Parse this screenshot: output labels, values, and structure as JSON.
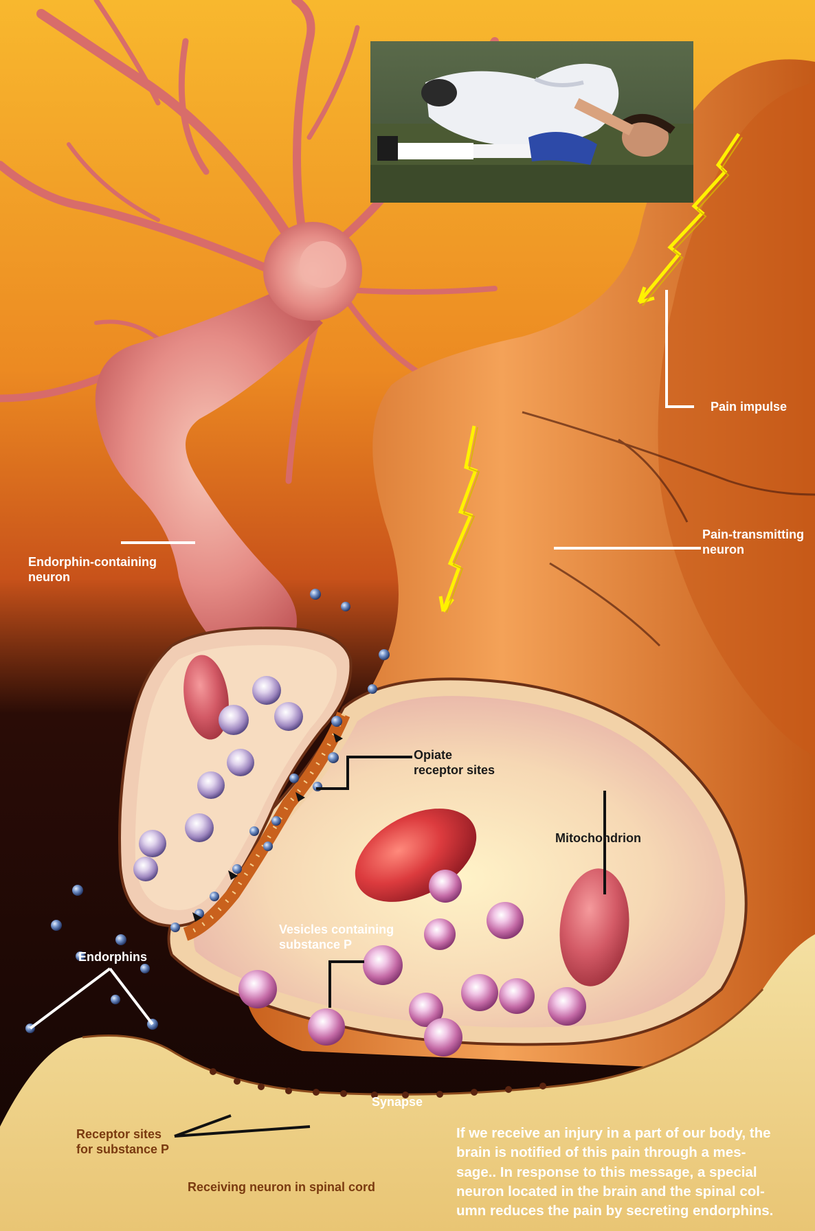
{
  "labels": {
    "pain_impulse": "Pain impulse",
    "pain_transmitting_line1": "Pain-transmitting",
    "pain_transmitting_line2": "neuron",
    "endorphin_containing_line1": "Endorphin-containing",
    "endorphin_containing_line2": "neuron",
    "opiate_line1": "Opiate",
    "opiate_line2": "receptor sites",
    "mitochondrion": "Mitochondrion",
    "vesicles_line1": "Vesicles containing",
    "vesicles_line2": "substance P",
    "endorphins": "Endorphins",
    "synapse": "Synapse",
    "receptor_sites_line1": "Receptor sites",
    "receptor_sites_line2": "for substance P",
    "receiving_neuron": "Receiving neuron in spinal cord"
  },
  "caption": {
    "lines": [
      "If we receive an injury in a part of our body, the",
      "brain is notified of this pain through a mes-",
      "sage.. In response to this message, a special",
      "neuron located in the brain and the spinal col-",
      "umn reduces the pain by secreting endorphins."
    ]
  },
  "colors": {
    "background_top": "#f6b22c",
    "background_mid": "#e0661a",
    "background_dark": "#1b0a06",
    "neuron_flesh": "#e07a2c",
    "endorphin_neuron": "#e3868a",
    "vesicle_pink": "#d98bc0",
    "mitochondrion_red": "#d0303a",
    "impulse_yellow": "#fff200",
    "spinal_cream": "#f3d98a"
  }
}
